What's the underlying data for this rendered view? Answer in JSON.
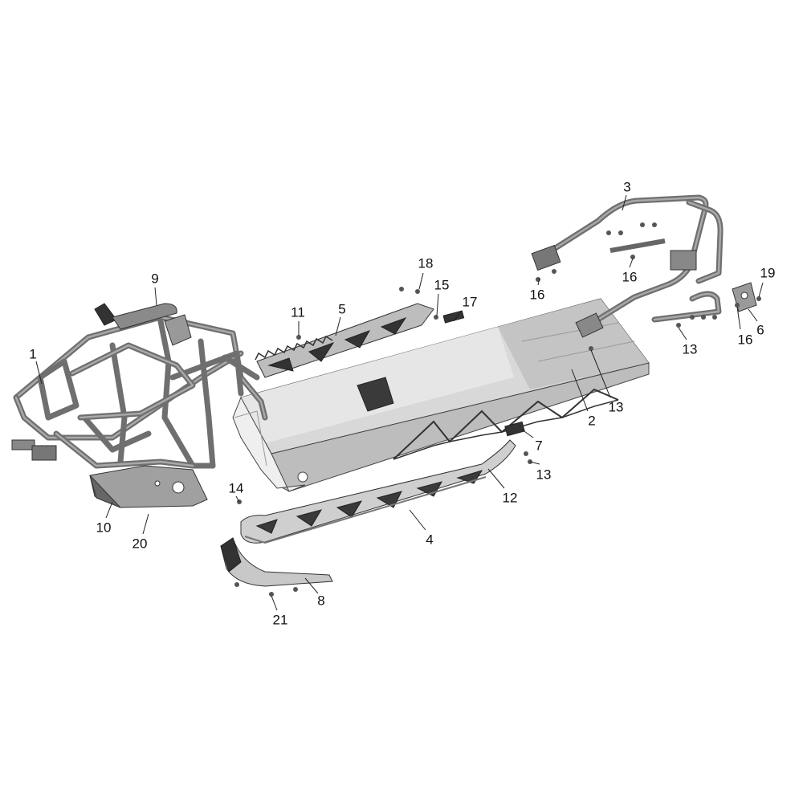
{
  "diagram": {
    "callouts": [
      {
        "id": "c1",
        "label": "1"
      },
      {
        "id": "c2",
        "label": "2"
      },
      {
        "id": "c3",
        "label": "3"
      },
      {
        "id": "c4",
        "label": "4"
      },
      {
        "id": "c5",
        "label": "5"
      },
      {
        "id": "c6",
        "label": "6"
      },
      {
        "id": "c7",
        "label": "7"
      },
      {
        "id": "c8",
        "label": "8"
      },
      {
        "id": "c9",
        "label": "9"
      },
      {
        "id": "c10",
        "label": "10"
      },
      {
        "id": "c11",
        "label": "11"
      },
      {
        "id": "c12",
        "label": "12"
      },
      {
        "id": "c13a",
        "label": "13"
      },
      {
        "id": "c13b",
        "label": "13"
      },
      {
        "id": "c13c",
        "label": "13"
      },
      {
        "id": "c14",
        "label": "14"
      },
      {
        "id": "c15",
        "label": "15"
      },
      {
        "id": "c16a",
        "label": "16"
      },
      {
        "id": "c16b",
        "label": "16"
      },
      {
        "id": "c16c",
        "label": "16"
      },
      {
        "id": "c17",
        "label": "17"
      },
      {
        "id": "c18",
        "label": "18"
      },
      {
        "id": "c19",
        "label": "19"
      },
      {
        "id": "c20",
        "label": "20"
      },
      {
        "id": "c21",
        "label": "21"
      }
    ]
  }
}
